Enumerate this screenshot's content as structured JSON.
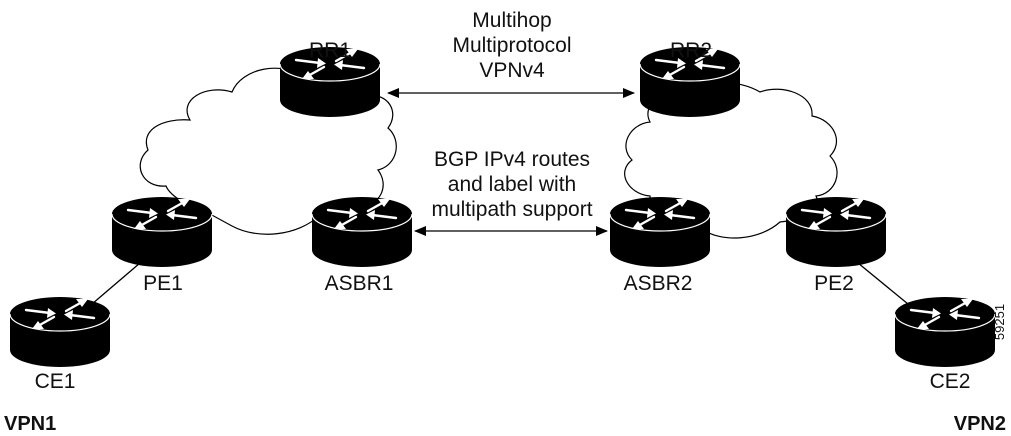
{
  "routers": {
    "rr1": "RR1",
    "rr2": "RR2",
    "pe1": "PE1",
    "pe2": "PE2",
    "asbr1": "ASBR1",
    "asbr2": "ASBR2",
    "ce1": "CE1",
    "ce2": "CE2"
  },
  "annotations": {
    "rr_link": [
      "Multihop",
      "Multiprotocol",
      "VPNv4"
    ],
    "asbr_link": [
      "BGP IPv4 routes",
      "and label with",
      "multipath support"
    ]
  },
  "vpns": {
    "left": "VPN1",
    "right": "VPN2"
  },
  "figure_id": "59251",
  "colors": {
    "router_body": "#000000",
    "router_top_edge": "#ffffff",
    "arrows": "#ffffff",
    "lines": "#000000",
    "cloud_outline": "#000000",
    "background": "#ffffff"
  }
}
